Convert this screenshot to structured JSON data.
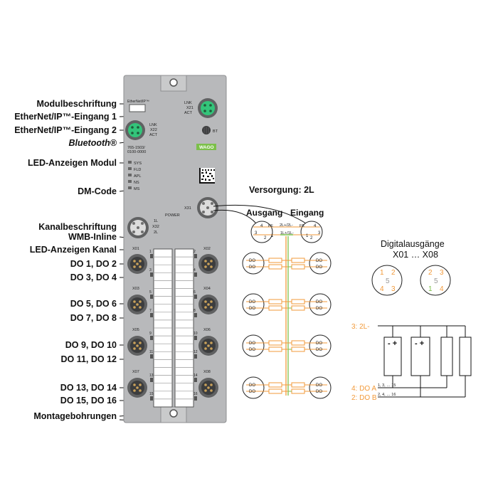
{
  "labels": {
    "modulbeschriftung": "Modulbeschriftung",
    "eip1": "EtherNet/IP™-Eingang 1",
    "eip2": "EtherNet/IP™-Eingang 2",
    "bluetooth": "Bluetooth®",
    "led_modul": "LED-Anzeigen Modul",
    "dm_code": "DM-Code",
    "kanalbeschriftung": "Kanalbeschriftung",
    "wmb_inline": "WMB-Inline",
    "led_kanal": "LED-Anzeigen Kanal",
    "do_1_2": "DO 1, DO 2",
    "do_3_4": "DO 3, DO 4",
    "do_5_6": "DO 5, DO 6",
    "do_7_8": "DO 7, DO 8",
    "do_9_10": "DO 9, DO 10",
    "do_11_12": "DO 11, DO 12",
    "do_13_14": "DO 13, DO 14",
    "do_15_16": "DO 15, DO 16",
    "montagebohrungen": "Montagebohrungen"
  },
  "module": {
    "brand_label": "EtherNet/IP™",
    "logo": "WAGO",
    "part_number": "765-1503/",
    "part_suffix": "0100-0000",
    "port_x21": [
      "LNK",
      "X21",
      "ACT"
    ],
    "port_x22": [
      "LNK",
      "X22",
      "ACT"
    ],
    "bt": "BT",
    "leds": [
      "SYS",
      "FLD",
      "APL",
      "NS",
      "MS"
    ],
    "x31": "X31",
    "power": "POWER",
    "x32": [
      "1L",
      "X32",
      "2L"
    ],
    "ports": [
      "X01",
      "X02",
      "X03",
      "X04",
      "X05",
      "X06",
      "X07",
      "X08"
    ],
    "channel_numbers": [
      "1",
      "2",
      "3",
      "4",
      "5",
      "6",
      "7",
      "8",
      "9",
      "10",
      "11",
      "12",
      "13",
      "14",
      "15",
      "16"
    ]
  },
  "supply": {
    "title": "Versorgung: 2L",
    "ausgang": "Ausgang",
    "eingang": "Eingang",
    "pins_top": "2L+/2L-",
    "pins_bottom": "1L+/1L-",
    "fe": "FE",
    "do": "DO"
  },
  "outputs": {
    "title": "Digitalausgänge",
    "range": "X01 … X08",
    "pin_2l": "3: 2L-",
    "pin_do_a": "4: DO A",
    "pin_do_b": "2: DO B",
    "list_a": "1, 3, … 15",
    "list_b": "2, 4, … 16"
  },
  "colors": {
    "module_body": "#b8b9bb",
    "port_green": "#33c47a",
    "orange": "#f29a3a",
    "wago_green": "#7cc04a"
  }
}
